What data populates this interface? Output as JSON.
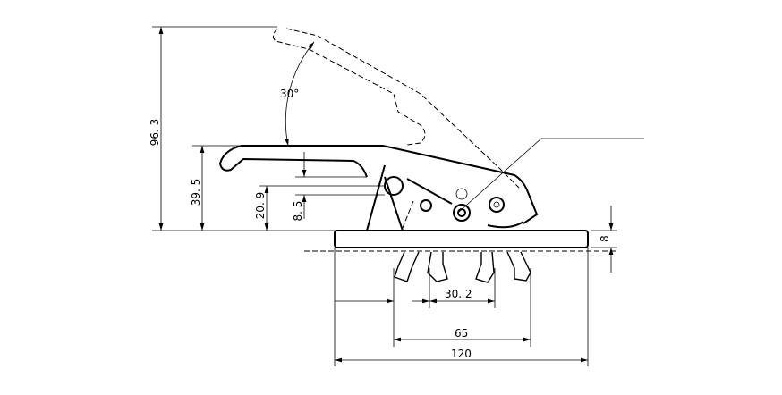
{
  "drawing": {
    "dimensions": {
      "total_height_open": "96. 3",
      "lever_height_closed": "39. 5",
      "pivot_height": "20. 9",
      "stroke": "8. 5",
      "opening_angle": "30°",
      "hole_spacing": "30. 2",
      "foot_span": "65",
      "base_length": "120",
      "base_thickness": "8"
    }
  }
}
